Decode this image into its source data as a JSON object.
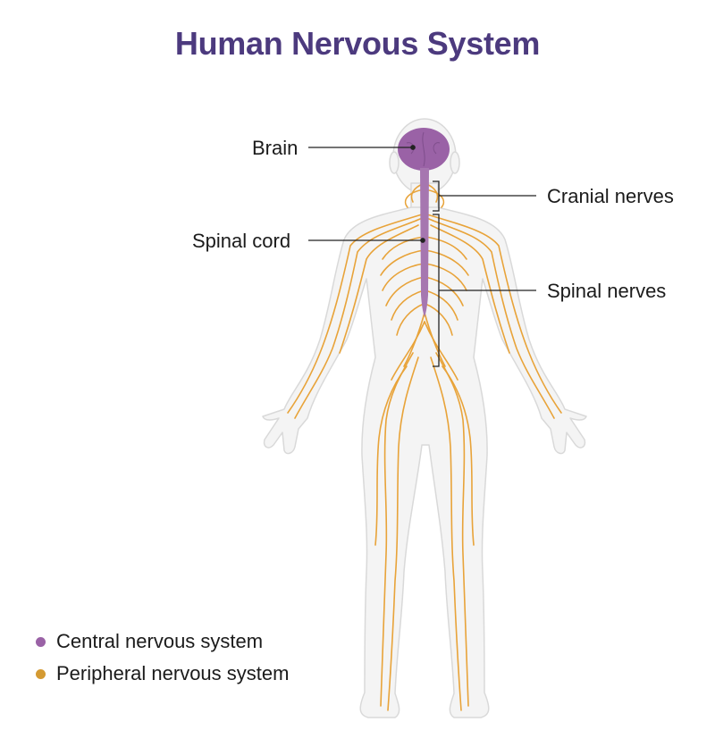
{
  "title": "Human Nervous System",
  "colors": {
    "title": "#4c3a7e",
    "central": "#9a62a6",
    "peripheral": "#e8a339",
    "body_fill": "#f4f4f4",
    "body_stroke": "#d9d9d9",
    "leader": "#222222"
  },
  "labels": {
    "brain": "Brain",
    "cranial_nerves": "Cranial nerves",
    "spinal_cord": "Spinal cord",
    "spinal_nerves": "Spinal nerves"
  },
  "legend": [
    {
      "label": "Central nervous system",
      "color": "#9a62a6"
    },
    {
      "label": "Peripheral nervous system",
      "color": "#d49a32"
    }
  ]
}
